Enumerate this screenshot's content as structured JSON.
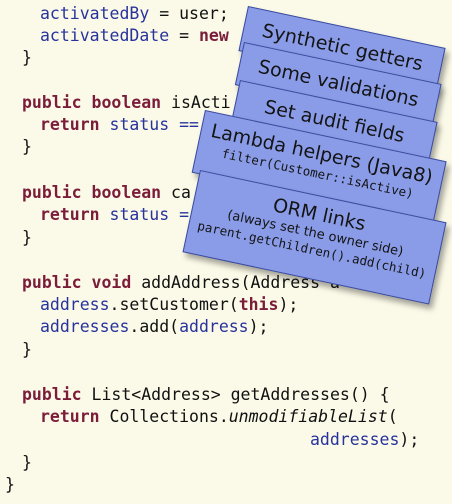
{
  "code": {
    "line1": {
      "field": "activatedBy",
      "rest": " = user;"
    },
    "line2": {
      "field": "activatedDate",
      "eq": " = ",
      "kw": "new"
    },
    "line3": "}",
    "line4": {
      "kw": "public boolean",
      "rest": " isActi"
    },
    "line5": {
      "kw": "return",
      "rest": " status =="
    },
    "line6": "}",
    "line7": {
      "kw": "public boolean",
      "rest": " ca"
    },
    "line8": {
      "kw": "return",
      "rest": " status ="
    },
    "line9": "}",
    "line10": {
      "kw": "public void",
      "rest": " addAddress(Address a"
    },
    "line11": {
      "field": "address",
      "rest1": ".setCustomer(",
      "kw": "this",
      "rest2": ");"
    },
    "line12": {
      "field": "addresses",
      "rest1": ".add(",
      "field2": "address",
      "rest2": ");"
    },
    "line13": "}",
    "line14": {
      "kw": "public",
      "rest": " List<Address> getAddresses() {"
    },
    "line15": {
      "kw": "return",
      "rest1": " Collections.",
      "italic": "unmodifiableList",
      "rest2": "("
    },
    "line16": {
      "field": "addresses",
      "rest": ");"
    },
    "line17": "}",
    "line18": "}"
  },
  "notes": [
    {
      "title": "Synthetic getters"
    },
    {
      "title": "Some validations"
    },
    {
      "title": "Set audit fields"
    },
    {
      "title": "Lambda helpers (Java8)",
      "sub": "filter(Customer::isActive)"
    },
    {
      "title": "ORM links",
      "sub2": "(always set the owner side)",
      "sub": "parent.getChildren().add(child)"
    }
  ],
  "colors": {
    "background": "#fbf9e7",
    "keyword": "#7b1d3a",
    "field": "#27339c",
    "note": "#8a9ce8"
  }
}
